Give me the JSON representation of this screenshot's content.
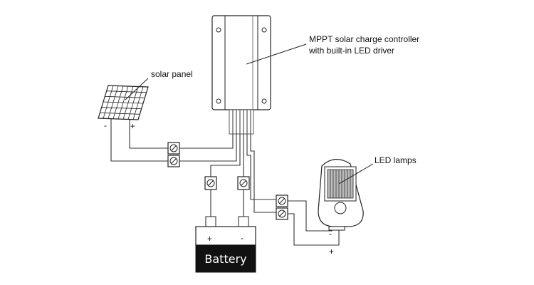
{
  "labels": {
    "controller": [
      "MPPT solar charge controller",
      "with built-in LED driver"
    ],
    "solar_panel": "solar panel",
    "led_lamps": "LED lamps",
    "battery": "Battery"
  },
  "polarity": {
    "panel_minus": "-",
    "panel_plus": "+",
    "battery_plus": "+",
    "battery_minus": "-",
    "lamp_minus": "-",
    "lamp_plus": "+"
  }
}
